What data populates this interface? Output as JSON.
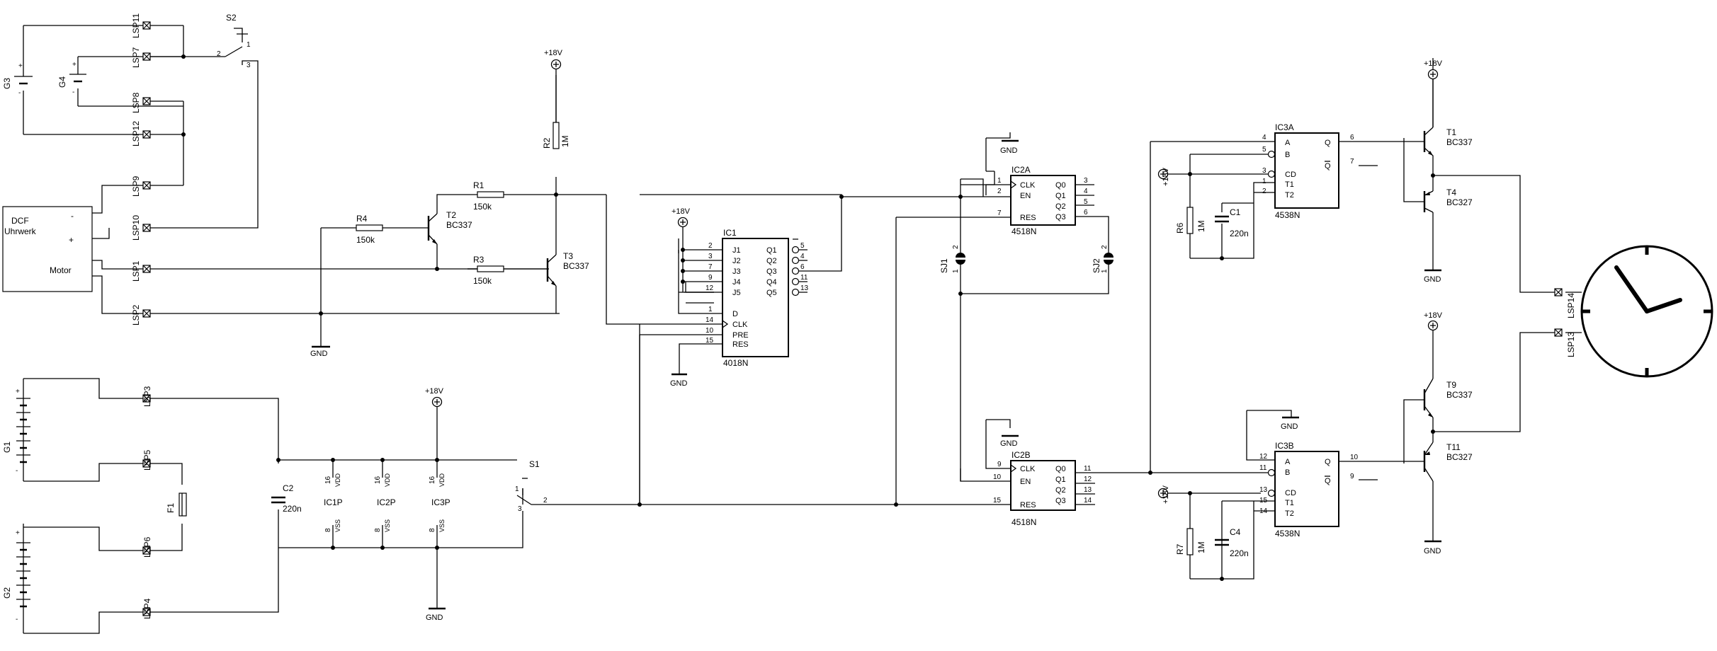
{
  "supply_label": "+18V",
  "gnd_label": "GND",
  "connectors": [
    "LSP11",
    "LSP7",
    "LSP8",
    "LSP12",
    "LSP9",
    "LSP10",
    "LSP1",
    "LSP2",
    "LSP3",
    "LSP5",
    "LSP6",
    "LSP4",
    "LSP14",
    "LSP13"
  ],
  "dcf": {
    "line1": "DCF",
    "line2": "Uhrwerk",
    "minus": "-",
    "plus": "+",
    "motor": "Motor"
  },
  "switches": {
    "s2": "S2",
    "s1": "S1",
    "sj1": "SJ1",
    "sj2": "SJ2"
  },
  "batteries": {
    "g3": "G3",
    "g4": "G4",
    "g1": "G1",
    "g2": "G2"
  },
  "resistors": {
    "r1": {
      "name": "R1",
      "value": "150k"
    },
    "r2": {
      "name": "R2",
      "value": "1M"
    },
    "r3": {
      "name": "R3",
      "value": "150k"
    },
    "r4": {
      "name": "R4",
      "value": "150k"
    },
    "r6": {
      "name": "R6",
      "value": "1M"
    },
    "r7": {
      "name": "R7",
      "value": "1M"
    }
  },
  "capacitors": {
    "c1": {
      "name": "C1",
      "value": "220n"
    },
    "c2": {
      "name": "C2",
      "value": "220n"
    },
    "c4": {
      "name": "C4",
      "value": "220n"
    }
  },
  "fuse": "F1",
  "transistors": {
    "t1": {
      "name": "T1",
      "type": "BC337"
    },
    "t2": {
      "name": "T2",
      "type": "BC337"
    },
    "t3": {
      "name": "T3",
      "type": "BC337"
    },
    "t4": {
      "name": "T4",
      "type": "BC327"
    },
    "t9": {
      "name": "T9",
      "type": "BC337"
    },
    "t11": {
      "name": "T11",
      "type": "BC327"
    }
  },
  "ic1": {
    "name": "IC1",
    "part": "4018N",
    "left_pins": [
      {
        "num": "2",
        "label": "J1"
      },
      {
        "num": "3",
        "label": "J2"
      },
      {
        "num": "7",
        "label": "J3"
      },
      {
        "num": "9",
        "label": "J4"
      },
      {
        "num": "12",
        "label": "J5"
      }
    ],
    "right_pins": [
      {
        "num": "5",
        "label": "Q1"
      },
      {
        "num": "4",
        "label": "Q2"
      },
      {
        "num": "6",
        "label": "Q3"
      },
      {
        "num": "11",
        "label": "Q4"
      },
      {
        "num": "13",
        "label": "Q5"
      }
    ],
    "ctrl_pins": [
      {
        "num": "1",
        "label": "D"
      },
      {
        "num": "14",
        "label": "CLK"
      },
      {
        "num": "10",
        "label": "PRE"
      },
      {
        "num": "15",
        "label": "RES"
      }
    ]
  },
  "ic2a": {
    "name": "IC2A",
    "part": "4518N",
    "left_pins": [
      {
        "num": "1",
        "label": "CLK"
      },
      {
        "num": "2",
        "label": "EN"
      },
      {
        "num": "7",
        "label": "RES"
      }
    ],
    "right_pins": [
      {
        "num": "3",
        "label": "Q0"
      },
      {
        "num": "4",
        "label": "Q1"
      },
      {
        "num": "5",
        "label": "Q2"
      },
      {
        "num": "6",
        "label": "Q3"
      }
    ]
  },
  "ic2b": {
    "name": "IC2B",
    "part": "4518N",
    "left_pins": [
      {
        "num": "9",
        "label": "CLK"
      },
      {
        "num": "10",
        "label": "EN"
      },
      {
        "num": "15",
        "label": "RES"
      }
    ],
    "right_pins": [
      {
        "num": "11",
        "label": "Q0"
      },
      {
        "num": "12",
        "label": "Q1"
      },
      {
        "num": "13",
        "label": "Q2"
      },
      {
        "num": "14",
        "label": "Q3"
      }
    ]
  },
  "ic3a": {
    "name": "IC3A",
    "part": "4538N",
    "left_pins": [
      {
        "num": "4",
        "label": "A"
      },
      {
        "num": "5",
        "label": "B"
      },
      {
        "num": "3",
        "label": "CD"
      },
      {
        "num": "1",
        "label": "T1"
      },
      {
        "num": "2",
        "label": "T2"
      }
    ],
    "right_pins": [
      {
        "num": "6",
        "label": "Q"
      },
      {
        "num": "7",
        "label": "Q"
      }
    ]
  },
  "ic3b": {
    "name": "IC3B",
    "part": "4538N",
    "left_pins": [
      {
        "num": "12",
        "label": "A"
      },
      {
        "num": "11",
        "label": "B"
      },
      {
        "num": "13",
        "label": "CD"
      },
      {
        "num": "15",
        "label": "T1"
      },
      {
        "num": "14",
        "label": "T2"
      }
    ],
    "right_pins": [
      {
        "num": "10",
        "label": "Q"
      },
      {
        "num": "9",
        "label": "Q"
      }
    ]
  },
  "power_pins": {
    "ic1p": {
      "name": "IC1P",
      "vdd_num": "16",
      "vdd": "VDD",
      "vss_num": "8",
      "vss": "VSS"
    },
    "ic2p": {
      "name": "IC2P",
      "vdd_num": "16",
      "vdd": "VDD",
      "vss_num": "8",
      "vss": "VSS"
    },
    "ic3p": {
      "name": "IC3P",
      "vdd_num": "16",
      "vdd": "VDD",
      "vss_num": "8",
      "vss": "VSS"
    }
  },
  "switch_pins": {
    "s2": [
      "1",
      "2",
      "3"
    ],
    "s1": [
      "1",
      "2",
      "3"
    ],
    "sj1": [
      "2",
      "1"
    ],
    "sj2": [
      "2",
      "1"
    ]
  }
}
